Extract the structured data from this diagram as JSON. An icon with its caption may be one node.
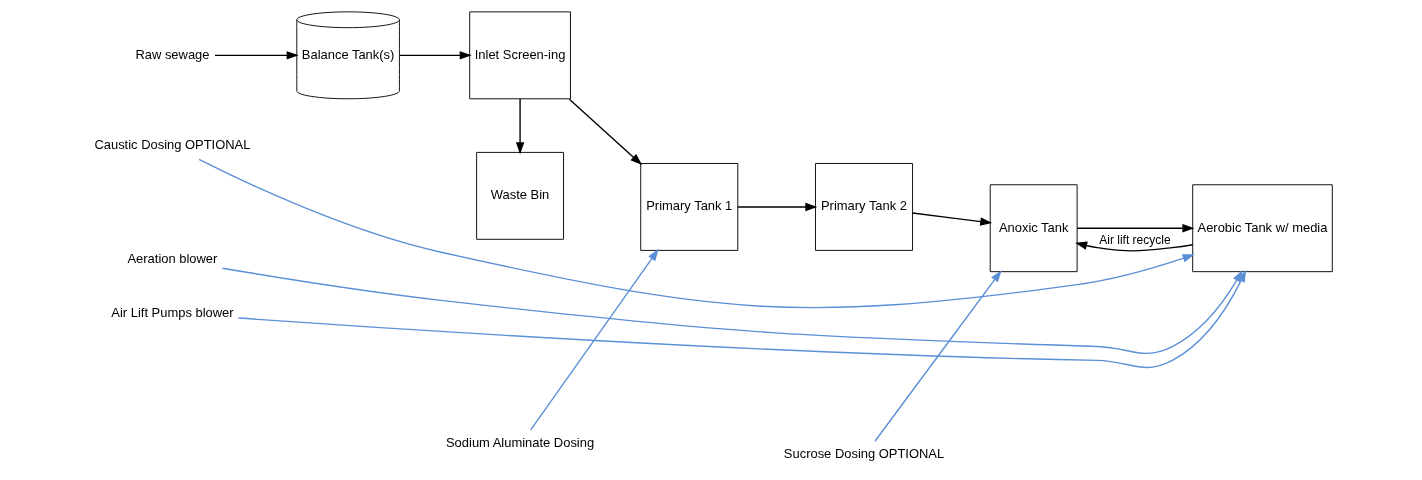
{
  "diagram": {
    "nodes": [
      {
        "text": [
          "Raw sewage"
        ]
      },
      {
        "text": [
          "Balance Tank(s)"
        ]
      },
      {
        "text": [
          "Inlet Screen-ing"
        ]
      },
      {
        "text": [
          "Waste Bin"
        ]
      },
      {
        "text": [
          "Sodium Aluminate Dosing"
        ]
      },
      {
        "text": [
          "Primary Tank 1"
        ]
      },
      {
        "text": [
          "Primary Tank 2"
        ]
      },
      {
        "text": [
          "Sucrose Dosing OPTIONAL"
        ]
      },
      {
        "text": [
          "Anoxic Tank"
        ]
      },
      {
        "text": [
          "Aerobic Tank w/ media"
        ]
      },
      {
        "text": [
          "Caustic Dosing OPTIONAL"
        ]
      },
      {
        "text": [
          "Aeration blower"
        ]
      },
      {
        "text": [
          "Air Lift Pumps blower"
        ]
      }
    ],
    "edges": [
      {
        "from": 0,
        "to": 1,
        "arrow": "to"
      },
      {
        "from": 1,
        "to": 2,
        "arrow": "to"
      },
      {
        "from": 2,
        "to": 5,
        "arrow": "to"
      },
      {
        "from": 2,
        "to": 3,
        "arrow": "to"
      },
      {
        "from": 4,
        "to": 5,
        "arrow": "to",
        "color": "#5b8fd6"
      },
      {
        "from": 5,
        "to": 6,
        "arrow": "to"
      },
      {
        "from": 6,
        "to": 8,
        "arrow": "to"
      },
      {
        "from": 7,
        "to": 8,
        "arrow": "to",
        "color": "#5b8fd6"
      },
      {
        "from": 8,
        "to": 9,
        "arrow": "to"
      },
      {
        "from": 9,
        "to": 8,
        "arrow": "to",
        "label": "Air lift recycle"
      },
      {
        "from": 10,
        "to": 9,
        "arrow": "to",
        "color": "#5b8fd6"
      },
      {
        "from": 11,
        "to": 9,
        "arrow": "to",
        "color": "#5b8fd6"
      },
      {
        "from": 12,
        "to": 9,
        "arrow": "to",
        "color": "#5b8fd6"
      }
    ]
  }
}
